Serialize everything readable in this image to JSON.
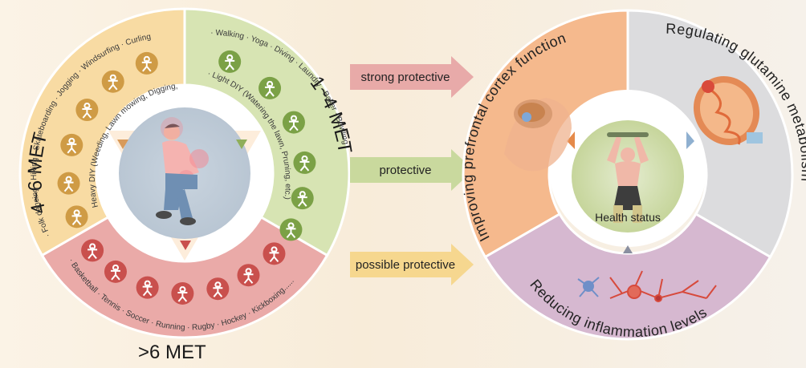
{
  "colors": {
    "moderate_fill": "#f8dba3",
    "light_fill": "#d7e4b3",
    "vigorous_fill": "#eaaaa8",
    "moderate_icon": "#cf9b45",
    "light_icon": "#7ba146",
    "vigorous_icon": "#c9504d",
    "prefrontal_fill": "#f5b98d",
    "glutamine_fill": "#dcdcde",
    "inflammation_fill": "#d6b8d0",
    "arrow_strong": "#e7a7a5",
    "arrow_protective": "#c6d89a",
    "arrow_possible": "#f6d68a"
  },
  "met_groups": {
    "moderate": {
      "label": "4~6 MET",
      "activities": [
        "· Folk dancing",
        "· Hiking",
        "· Skateboarding",
        "· Jogging",
        "· Windsurfing",
        "· Curling"
      ],
      "inner_note": "Heavy DIY  (Weeding,  Lawn mowing,  Digging,  ect.)",
      "icons": [
        "curling-icon",
        "windsurfing-icon",
        "jogging-icon",
        "skateboarding-icon",
        "hiking-icon",
        "folk-dancing-icon"
      ]
    },
    "light": {
      "label": "1~4 MET",
      "activities": [
        "· Walking",
        "· Yoga",
        "· Diving",
        "· Laundry",
        "· Baker",
        "· Bowling"
      ],
      "inner_note": "· Light DIY  (Watering the lawn,  Pruning,  etc.)",
      "icons": [
        "walking-icon",
        "yoga-icon",
        "diving-icon",
        "laundry-icon",
        "baker-icon",
        "bowling-icon"
      ]
    },
    "vigorous": {
      "label": ">6 MET",
      "activities": [
        "· Basketball",
        "· Tennis",
        "· Soccer",
        "· Running",
        "· Rugby",
        "· Hockey",
        "· Kickboxing......"
      ],
      "icons": [
        "basketball-icon",
        "tennis-icon",
        "soccer-icon",
        "running-icon",
        "rugby-icon",
        "hockey-icon",
        "kickboxing-icon"
      ]
    }
  },
  "arrows": [
    {
      "label": "strong protective",
      "color": "#e7a7a5"
    },
    {
      "label": "protective",
      "color": "#c6d89a"
    },
    {
      "label": "possible protective",
      "color": "#f6d68a"
    }
  ],
  "outcomes": {
    "prefrontal": "Improving prefrontal cortex function",
    "glutamine": "Regulating glutamine metabolism",
    "inflammation": "Reducing inflammation levels",
    "center": "Health status"
  }
}
